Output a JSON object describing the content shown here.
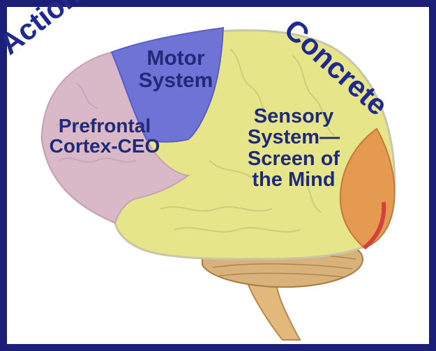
{
  "corner_labels": {
    "left": "Action",
    "right": "Concrete"
  },
  "regions": {
    "motor": {
      "line1": "Motor",
      "line2": "System"
    },
    "prefrontal": {
      "line1": "Prefrontal",
      "line2": "Cortex-CEO"
    },
    "sensory": {
      "line1": "Sensory",
      "line2": "System—",
      "line3": "Screen of",
      "line4": "the Mind"
    }
  },
  "colors": {
    "frame": "#1b1f78",
    "label_text": "#1f2a78",
    "prefrontal": "#d9b8c8",
    "motor": "#6f73d6",
    "sensory": "#e6e58a",
    "occipital": "#e59a52",
    "occipital_edge": "#d6403a",
    "cerebellum": "#d9b27a",
    "brainstem": "#e2b97a"
  }
}
